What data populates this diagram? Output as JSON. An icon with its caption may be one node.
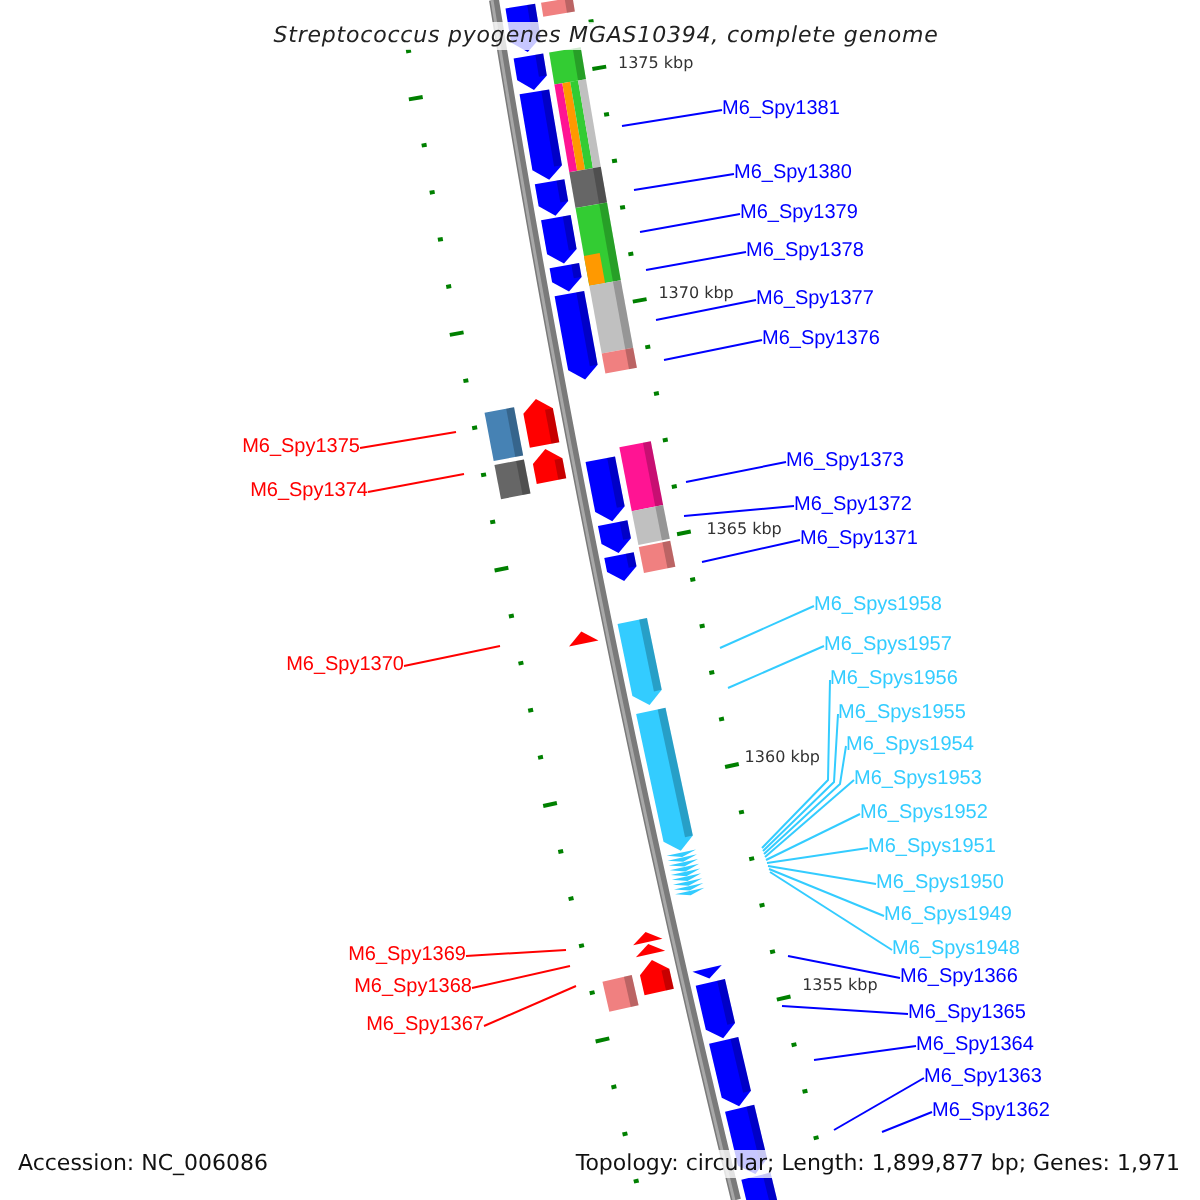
{
  "diagram": {
    "title": "Streptococcus pyogenes MGAS10394, complete genome",
    "nodes": [
      {
        "text": [
          "M6_Spy1381"
        ]
      },
      {
        "text": [
          "M6_Spy1380"
        ]
      },
      {
        "text": [
          "M6_Spy1379"
        ]
      },
      {
        "text": [
          "M6_Spy1378"
        ]
      },
      {
        "text": [
          "M6_Spy1377"
        ]
      },
      {
        "text": [
          "M6_Spy1376"
        ]
      },
      {
        "text": [
          "M6_Spy1375"
        ]
      },
      {
        "text": [
          "M6_Spy1373"
        ]
      },
      {
        "text": [
          "M6_Spy1374"
        ]
      },
      {
        "text": [
          "M6_Spy1372"
        ]
      },
      {
        "text": [
          "M6_Spy1371"
        ]
      },
      {
        "text": [
          "M6_Spys1958"
        ]
      },
      {
        "text": [
          "M6_Spys1957"
        ]
      },
      {
        "text": [
          "M6_Spy1370"
        ]
      },
      {
        "text": [
          "M6_Spys1956"
        ]
      },
      {
        "text": [
          "M6_Spys1955"
        ]
      },
      {
        "text": [
          "M6_Spys1954"
        ]
      },
      {
        "text": [
          "M6_Spys1953"
        ]
      },
      {
        "text": [
          "M6_Spys1952"
        ]
      },
      {
        "text": [
          "M6_Spys1951"
        ]
      },
      {
        "text": [
          "M6_Spys1950"
        ]
      },
      {
        "text": [
          "M6_Spys1949"
        ]
      },
      {
        "text": [
          "M6_Spys1948"
        ]
      },
      {
        "text": [
          "M6_Spy1369"
        ]
      },
      {
        "text": [
          "M6_Spy1368"
        ]
      },
      {
        "text": [
          "M6_Spy1366"
        ]
      },
      {
        "text": [
          "M6_Spy1365"
        ]
      },
      {
        "text": [
          "M6_Spy1367"
        ]
      },
      {
        "text": [
          "M6_Spy1364"
        ]
      },
      {
        "text": [
          "M6_Spy1363"
        ]
      },
      {
        "text": [
          "M6_Spy1362"
        ]
      }
    ],
    "edges": [
      {
        "from": 0,
        "to": null,
        "arrow": "none"
      },
      {
        "from": 1,
        "to": null,
        "arrow": "none"
      },
      {
        "from": 2,
        "to": null,
        "arrow": "none"
      },
      {
        "from": 3,
        "to": null,
        "arrow": "none"
      },
      {
        "from": 4,
        "to": null,
        "arrow": "none"
      },
      {
        "from": 5,
        "to": null,
        "arrow": "none"
      },
      {
        "from": 6,
        "to": null,
        "arrow": "none",
        "color": "#ff0000"
      },
      {
        "from": 7,
        "to": null,
        "arrow": "none"
      },
      {
        "from": 8,
        "to": null,
        "arrow": "none",
        "color": "#ff0000"
      },
      {
        "from": 9,
        "to": null,
        "arrow": "none"
      },
      {
        "from": 10,
        "to": null,
        "arrow": "none"
      },
      {
        "from": 11,
        "to": null,
        "arrow": "none",
        "color": "#33ccff"
      },
      {
        "from": 12,
        "to": null,
        "arrow": "none",
        "color": "#33ccff"
      },
      {
        "from": 13,
        "to": null,
        "arrow": "none",
        "color": "#ff0000"
      },
      {
        "from": 14,
        "to": null,
        "arrow": "none",
        "color": "#33ccff"
      },
      {
        "from": 15,
        "to": null,
        "arrow": "none",
        "color": "#33ccff"
      },
      {
        "from": 16,
        "to": null,
        "arrow": "none",
        "color": "#33ccff"
      },
      {
        "from": 17,
        "to": null,
        "arrow": "none",
        "color": "#33ccff"
      },
      {
        "from": 18,
        "to": null,
        "arrow": "none",
        "color": "#33ccff"
      },
      {
        "from": 19,
        "to": null,
        "arrow": "none",
        "color": "#33ccff"
      },
      {
        "from": 20,
        "to": null,
        "arrow": "none",
        "color": "#33ccff"
      },
      {
        "from": 21,
        "to": null,
        "arrow": "none",
        "color": "#33ccff"
      },
      {
        "from": 22,
        "to": null,
        "arrow": "none",
        "color": "#33ccff"
      },
      {
        "from": 23,
        "to": null,
        "arrow": "none",
        "color": "#ff0000"
      },
      {
        "from": 24,
        "to": null,
        "arrow": "none",
        "color": "#ff0000"
      },
      {
        "from": 25,
        "to": null,
        "arrow": "none"
      },
      {
        "from": 26,
        "to": null,
        "arrow": "none"
      },
      {
        "from": 27,
        "to": null,
        "arrow": "none",
        "color": "#ff0000"
      },
      {
        "from": 28,
        "to": null,
        "arrow": "none"
      },
      {
        "from": 29,
        "to": null,
        "arrow": "none"
      },
      {
        "from": 30,
        "to": null,
        "arrow": "none"
      }
    ],
    "labels": [
      "1375 kbp",
      "1370 kbp",
      "1365 kbp",
      "1360 kbp",
      "1355 kbp",
      "Accession: NC_006086",
      "Topology: circular; Length: 1,899,877 bp; Genes: 1,971"
    ]
  }
}
